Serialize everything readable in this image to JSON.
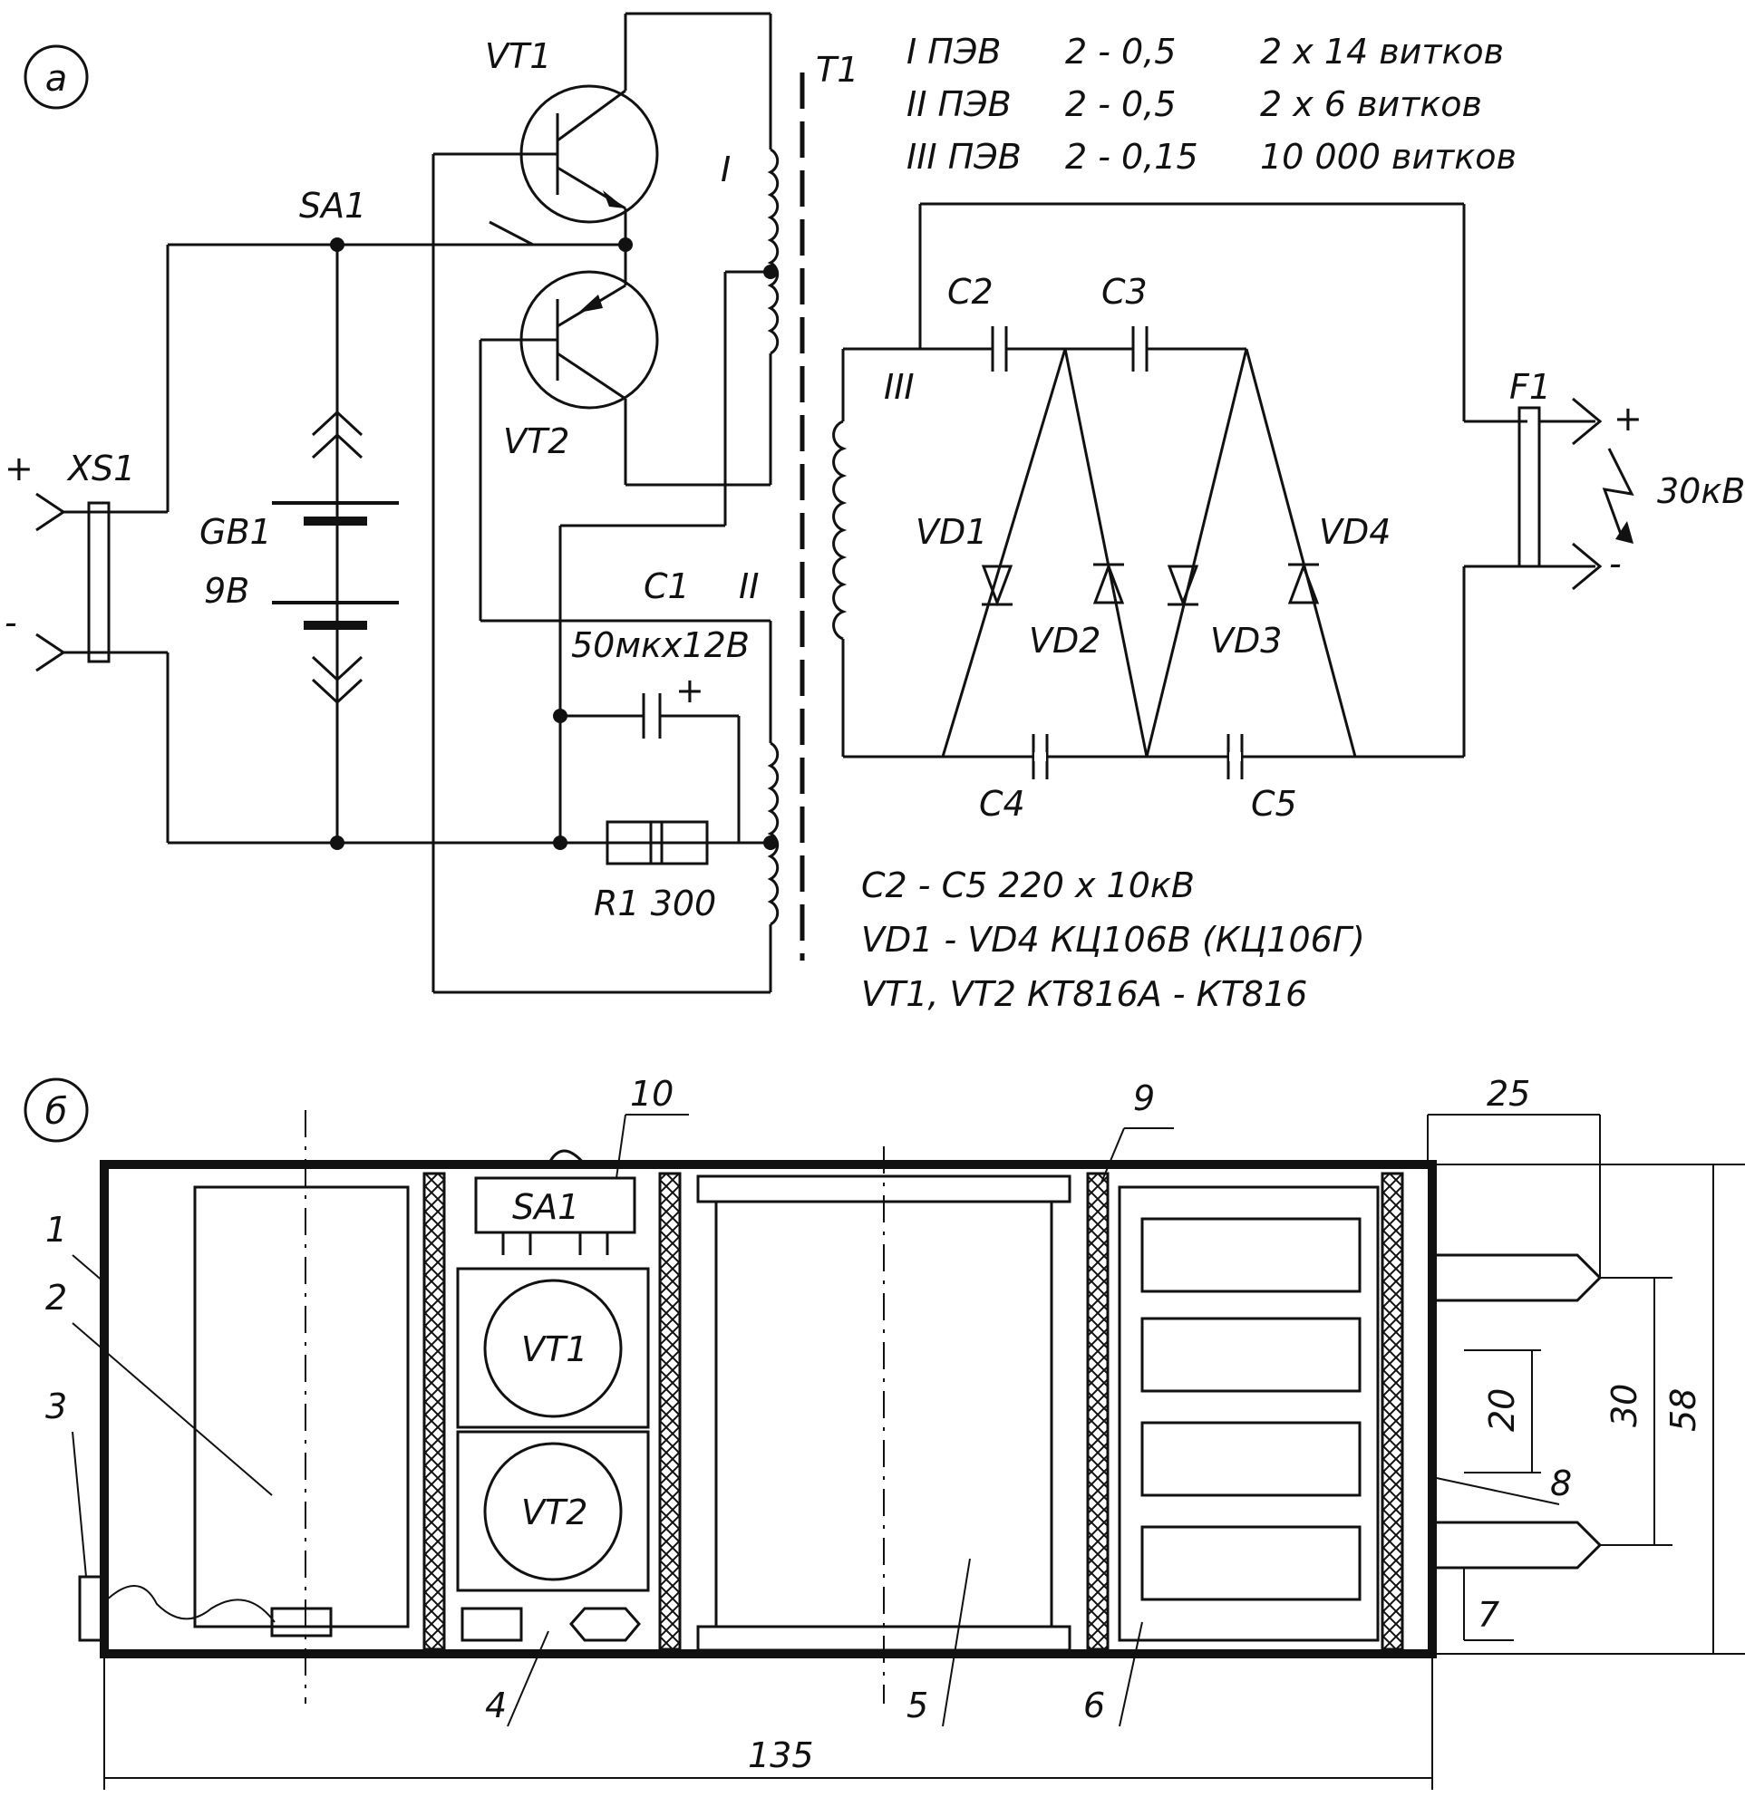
{
  "schematic": {
    "panel_label": "а",
    "VT1": "VT1",
    "VT2": "VT2",
    "SA1": "SA1",
    "T1": "T1",
    "XS1": "XS1",
    "GB1": "GB1",
    "GB1_voltage": "9В",
    "C1": "C1",
    "C1_value": "50мкх12В",
    "R1": "R1 300",
    "winding_I": "I",
    "winding_II": "II",
    "winding_III": "III",
    "C2": "C2",
    "C3": "C3",
    "C4": "C4",
    "C5": "C5",
    "VD1": "VD1",
    "VD2": "VD2",
    "VD3": "VD3",
    "VD4": "VD4",
    "F1": "F1",
    "output_voltage": "30кВ",
    "plus": "+",
    "minus": "-",
    "windings_table": [
      {
        "num": "I ПЭВ",
        "wire": "2 - 0,5",
        "turns": "2 х 14 витков"
      },
      {
        "num": "II ПЭВ",
        "wire": "2 - 0,5",
        "turns": "2 х 6 витков"
      },
      {
        "num": "III ПЭВ",
        "wire": "2 - 0,15",
        "turns": "10 000 витков"
      }
    ],
    "notes": [
      "C2 - C5 220 х 10кВ",
      "VD1 - VD4 КЦ106В (КЦ106Г)",
      "VT1, VT2 КТ816А - КТ816"
    ]
  },
  "assembly": {
    "panel_label": "б",
    "SA1": "SA1",
    "VT1": "VT1",
    "VT2": "VT2",
    "parts": [
      "1",
      "2",
      "3",
      "4",
      "5",
      "6",
      "7",
      "8",
      "9",
      "10"
    ],
    "dim_length": "135",
    "dim_height": "58",
    "dim_pin_len": "25",
    "dim_pin_gap": "30",
    "dim_inner": "20"
  }
}
